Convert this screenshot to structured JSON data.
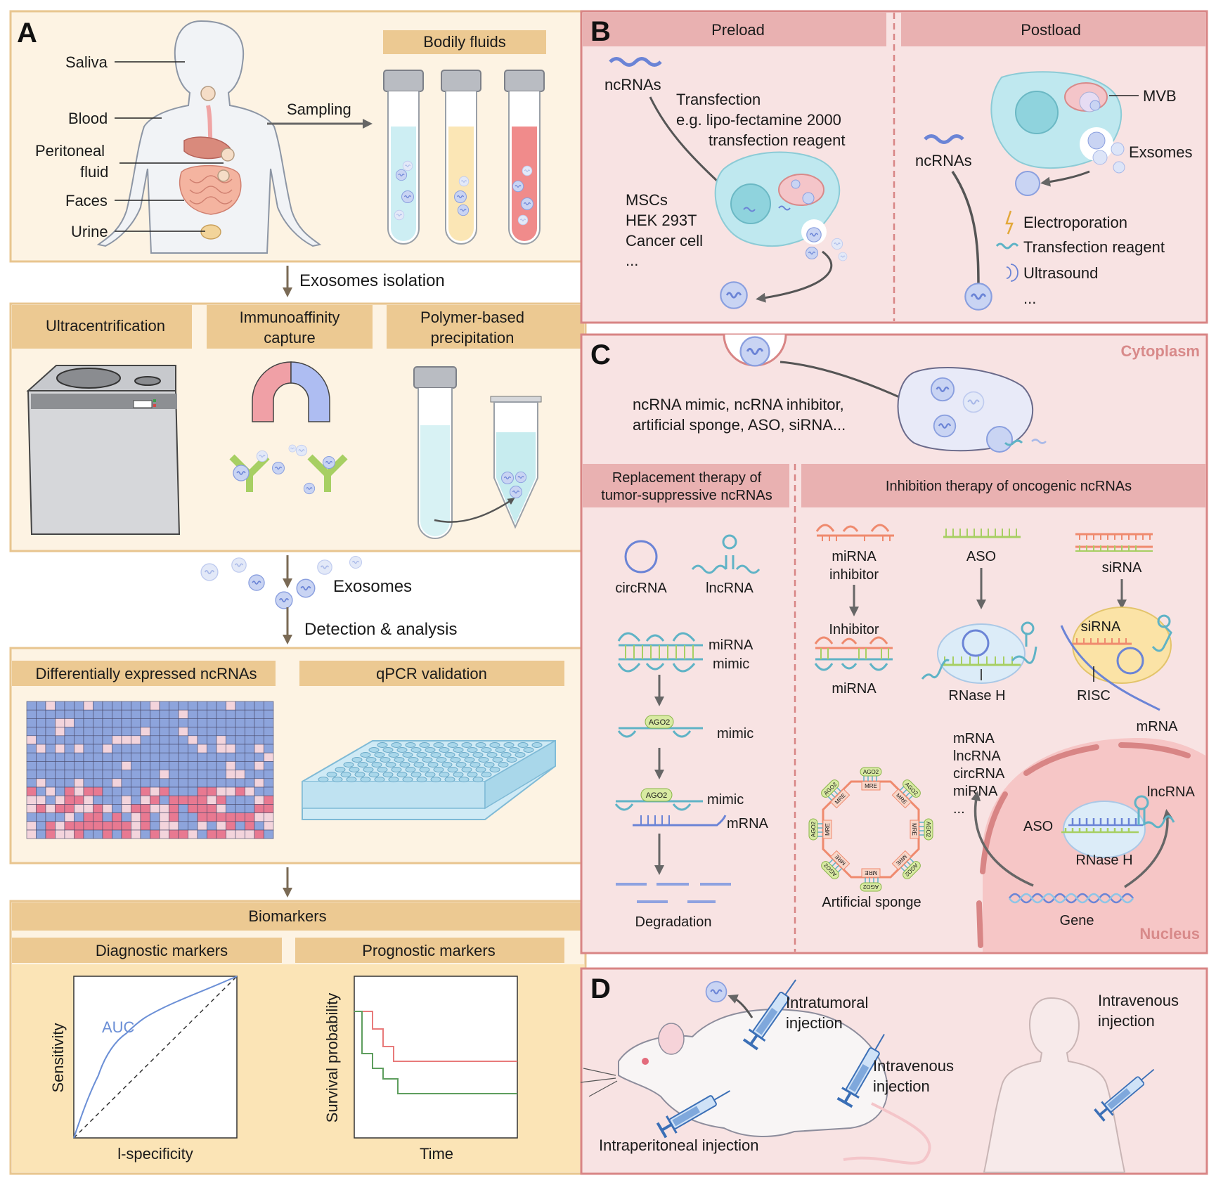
{
  "panelA": {
    "letter": "A",
    "bodily_fluids_header": "Bodily fluids",
    "body_labels": {
      "saliva": "Saliva",
      "blood": "Blood",
      "peritoneal_1": "Peritoneal",
      "peritoneal_2": "fluid",
      "faces": "Faces",
      "urine": "Urine"
    },
    "sampling": "Sampling",
    "exosomes_isolation": "Exosomes isolation",
    "method_headers": {
      "ultra": "Ultracentrification",
      "immuno_1": "Immunoaffinity",
      "immuno_2": "capture",
      "poly_1": "Polymer-based",
      "poly_2": "precipitation"
    },
    "exosomes": "Exosomes",
    "detection": "Detection & analysis",
    "diff_header": "Differentially expressed ncRNAs",
    "qpcr_header": "qPCR validation",
    "biomarkers_header": "Biomarkers",
    "diagnostic_header": "Diagnostic markers",
    "prognostic_header": "Prognostic markers",
    "roc": {
      "auc": "AUC",
      "ylabel": "Sensitivity",
      "xlabel": "l-specificity"
    },
    "km": {
      "ylabel": "Survival probability",
      "xlabel": "Time"
    }
  },
  "panelB": {
    "letter": "B",
    "preload": "Preload",
    "postload": "Postload",
    "ncrnas": "ncRNAs",
    "transfection_1": "Transfection",
    "transfection_2": "e.g. lipo-fectamine 2000",
    "transfection_3": "transfection reagent",
    "cells": [
      "MSCs",
      "HEK 293T",
      "Cancer cell",
      "..."
    ],
    "mvb": "MVB",
    "exsomes": "Exsomes",
    "ncrnas_2": "ncRNAs",
    "methods": [
      "Electroporation",
      "Transfection reagent",
      "Ultrasound",
      "..."
    ]
  },
  "panelC": {
    "letter": "C",
    "cytoplasm": "Cytoplasm",
    "mimic_line_1": "ncRNA mimic, ncRNA inhibitor,",
    "mimic_line_2": "artificial sponge, ASO, siRNA...",
    "replacement_1": "Replacement therapy of",
    "replacement_2": "tumor-suppressive ncRNAs",
    "inhibition": "Inhibition therapy of oncogenic ncRNAs",
    "circrna": "circRNA",
    "lncrna": "lncRNA",
    "mirna_mimic_1": "miRNA",
    "mirna_mimic_2": "mimic",
    "ago2": "AGO2",
    "mimic": "mimic",
    "mimic_2": "mimic",
    "mrna": "mRNA",
    "degradation": "Degradation",
    "mirna_inhibitor_1": "miRNA",
    "mirna_inhibitor_2": "inhibitor",
    "inhibitor": "Inhibitor",
    "mirna": "miRNA",
    "aso": "ASO",
    "rnase_h": "RNase H",
    "sirna": "siRNA",
    "sirna_2": "siRNA",
    "risc": "RISC",
    "mrna_2": "mRNA",
    "mre": "MRE",
    "targets": [
      "mRNA",
      "lncRNA",
      "circRNA",
      "miRNA",
      "..."
    ],
    "artificial_sponge": "Artificial sponge",
    "lncrna_2": "lncRNA",
    "aso_2": "ASO",
    "rnase_h_2": "RNase H",
    "gene": "Gene",
    "nucleus": "Nucleus"
  },
  "panelD": {
    "letter": "D",
    "intratumoral_1": "Intratumoral",
    "intratumoral_2": "injection",
    "intravenous_1": "Intravenous",
    "intravenous_2": "injection",
    "intraperitoneal": "Intraperitoneal injection",
    "human_iv_1": "Intravenous",
    "human_iv_2": "injection"
  },
  "colors": {
    "panel_a_bg": "#fdf3e3",
    "panel_a_header": "#ecc992",
    "panel_a_border": "#e8c58f",
    "panel_bc_bg": "#f8e3e3",
    "panel_header_pink": "#e9b1b1",
    "panel_border_pink": "#d88585",
    "cytoplasm_text": "#d88a8a",
    "heat_blue": "#8da4dc",
    "heat_red": "#e87991",
    "heat_pale": "#f3d4dc"
  }
}
